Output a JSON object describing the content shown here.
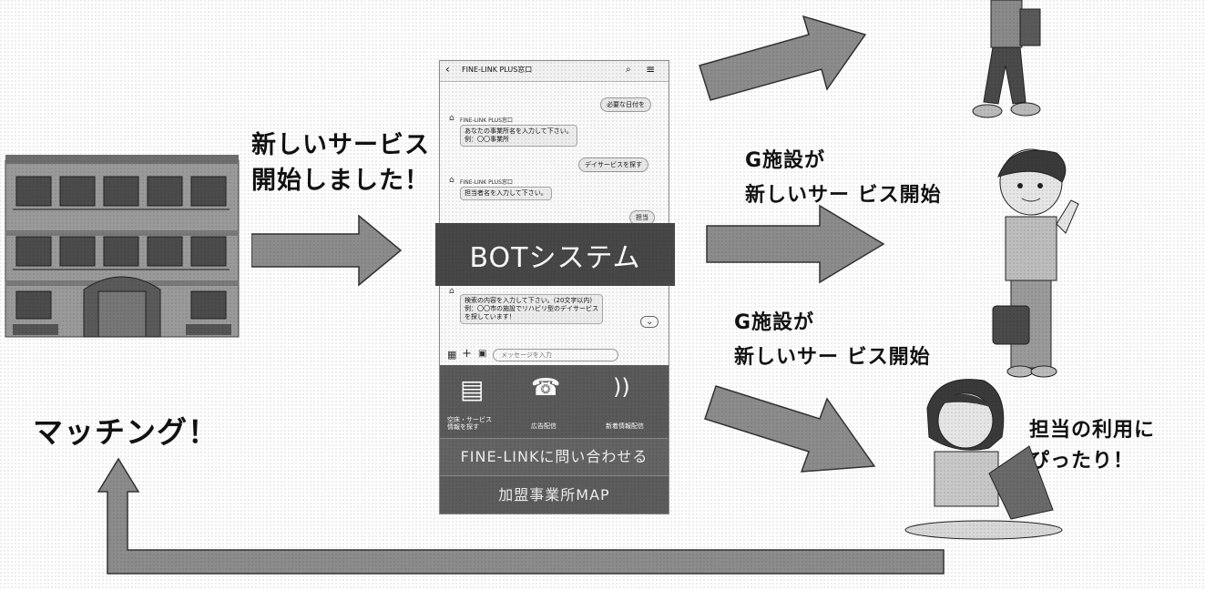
{
  "left_caption": "新しいサービス\n開始しました！",
  "matching_label": "マッチング！",
  "bot_label": "BOTシステム",
  "phone": {
    "header_title": "FINE-LINK PLUS窓口",
    "chat": {
      "user_msg_1": "必要な日付を",
      "bot_name_1": "FINE-LINK PLUS窓口",
      "bot_msg_1": "あなたの事業所名を入力して下さい。\n例：〇〇事業所",
      "user_msg_2": "デイサービスを探す",
      "bot_name_2": "FINE-LINK PLUS窓口",
      "bot_msg_2": "担当者名を入力して下さい。",
      "user_msg_3": "担当",
      "bot_msg_3": "検索の内容を入力して下さい。(20文字以内)\n例：〇〇市の施設でリハビリ型のデイサービス\nを探しています！",
      "input_placeholder": "メッセージを入力"
    },
    "menu": {
      "icon_label_1": "空床・サービス\n情報を探す",
      "icon_label_2": "広告配信",
      "icon_label_3": "新着情報配信",
      "inquire_button": "FINE-LINKに問い合わせる",
      "map_button": "加盟事業所MAP"
    }
  },
  "right_captions": {
    "caption_1": "G施設が\n新しいサー ビス開始",
    "caption_2": "G施設が\n新しいサー ビス開始",
    "caption_3": "担当の利用に\nぴったり！"
  }
}
